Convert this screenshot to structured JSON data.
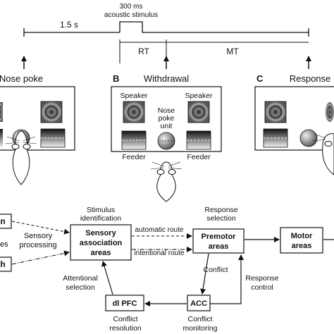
{
  "timeline": {
    "interval": "1.5 s",
    "stimulus": [
      "300 ms",
      "acoustic stimulus"
    ],
    "rt": "RT",
    "mt": "MT"
  },
  "panels": {
    "a": {
      "letter": "",
      "title": "Nose poke"
    },
    "b": {
      "letter": "B",
      "title": "Withdrawal",
      "speaker_left": "Speaker",
      "speaker_right": "Speaker",
      "nose_poke_unit": [
        "Nose",
        "poke",
        "unit"
      ],
      "feeder_left": "Feeder",
      "feeder_right": "Feeder"
    },
    "c": {
      "letter": "C",
      "title": "Response"
    }
  },
  "flow": {
    "stimulus_identification": [
      "Stimulus",
      "identification"
    ],
    "response_selection": [
      "Response",
      "selection"
    ],
    "sensory_association": [
      "Sensory",
      "association",
      "areas"
    ],
    "premotor": [
      "Premotor",
      "areas"
    ],
    "motor": [
      "Motor",
      "areas"
    ],
    "automatic_route": "automatic route",
    "intentional_route": "intentional route",
    "sensory_processing": [
      "Sensory",
      "processing"
    ],
    "left_box_top": "n",
    "left_box_bottom": "h",
    "left_cut_label": "es",
    "conflict": "Conflict",
    "response_control": [
      "Response",
      "control"
    ],
    "attentional_selection": [
      "Attentional",
      "selection"
    ],
    "dlpfc": "dl PFC",
    "acc": "ACC",
    "conflict_resolution": [
      "Conflict",
      "resolution"
    ],
    "conflict_monitoring": [
      "Conflict",
      "monitoring"
    ]
  }
}
